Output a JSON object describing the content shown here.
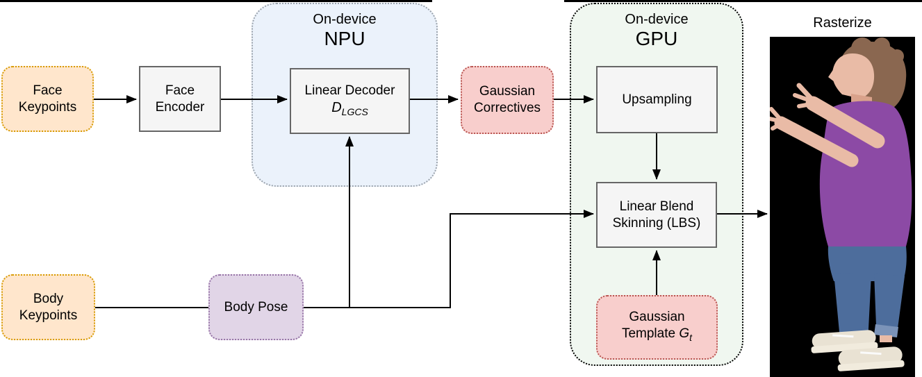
{
  "containers": {
    "npu": {
      "title_line1": "On-device",
      "title_line2": "NPU"
    },
    "gpu": {
      "title_line1": "On-device",
      "title_line2": "GPU"
    }
  },
  "nodes": {
    "face_keypoints": {
      "line1": "Face",
      "line2": "Keypoints"
    },
    "face_encoder": {
      "line1": "Face",
      "line2": "Encoder"
    },
    "linear_decoder": {
      "line1": "Linear Decoder",
      "symbol": "D",
      "symbol_sub": "LGCS"
    },
    "gaussian_correctives": {
      "line1": "Gaussian",
      "line2": "Correctives"
    },
    "upsampling": {
      "label": "Upsampling"
    },
    "linear_blend_skinning": {
      "line1": "Linear Blend",
      "line2": "Skinning (LBS)"
    },
    "gaussian_template": {
      "line1": "Gaussian",
      "line2_prefix": "Template ",
      "symbol": "G",
      "symbol_sub": "t"
    },
    "body_keypoints": {
      "line1": "Body",
      "line2": "Keypoints"
    },
    "body_pose": {
      "label": "Body Pose"
    }
  },
  "output": {
    "label": "Rasterize"
  },
  "colors": {
    "orange_fill": "#FFE6CC",
    "orange_stroke": "#D79B00",
    "red_fill": "#F8CECC",
    "red_stroke": "#B85450",
    "purple_fill": "#E1D5E7",
    "purple_stroke": "#9673A6",
    "gray_fill": "#F5F5F5",
    "gray_stroke": "#666666",
    "npu_fill": "#EBF2FB",
    "npu_stroke": "#9BA3AC",
    "gpu_fill": "#F0F7F0",
    "gpu_stroke": "#000000",
    "arrow": "#000000",
    "crop": "#000000"
  }
}
